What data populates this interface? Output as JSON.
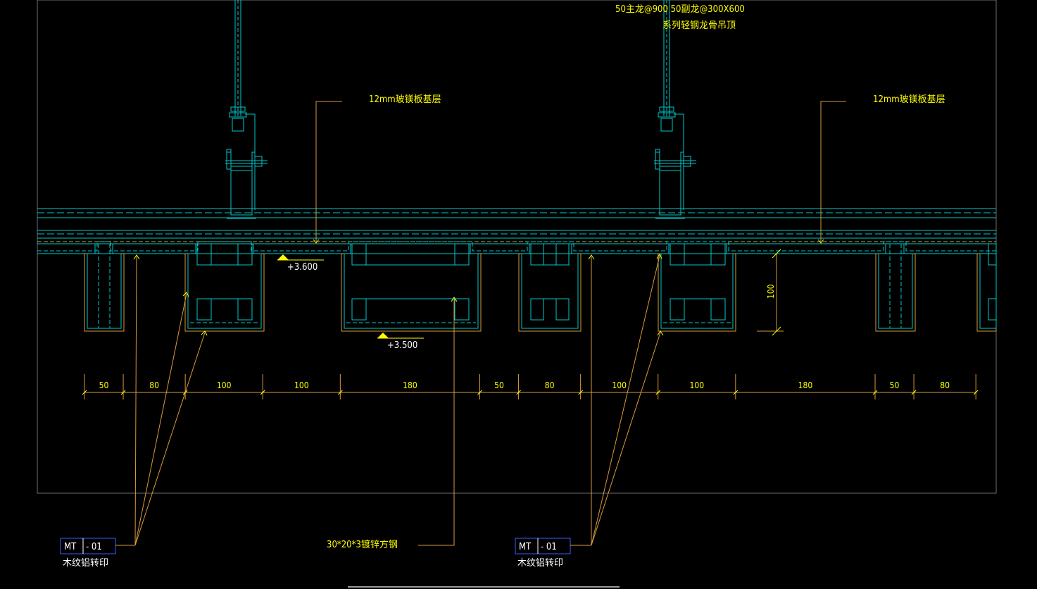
{
  "colors": {
    "background": "#000000",
    "frame": "#6e6e6e",
    "cyan": "#00c8c8",
    "yellow": "#ffff00",
    "orange": "#d89a3a",
    "tag_blue": "#3a5bff"
  },
  "labels": {
    "hanger_note_line1": "50主龙@900  50副龙@300X600",
    "hanger_note_line2": "系列轻钢龙骨吊顶",
    "board_note_left": "12mm玻镁板基层",
    "board_note_right": "12mm玻镁板基层",
    "steel_note": "30*20*3镀锌方钢",
    "elev_upper": "+3.600",
    "elev_lower": "+3.500",
    "height_dim": "100"
  },
  "dimensions": [
    "50",
    "80",
    "100",
    "100",
    "180",
    "50",
    "80",
    "100",
    "100",
    "180",
    "50",
    "80"
  ],
  "tags": [
    {
      "code": "MT",
      "num": "- 01",
      "desc": "木纹铝转印"
    },
    {
      "code": "MT",
      "num": "- 01",
      "desc": "木纹铝转印"
    }
  ]
}
